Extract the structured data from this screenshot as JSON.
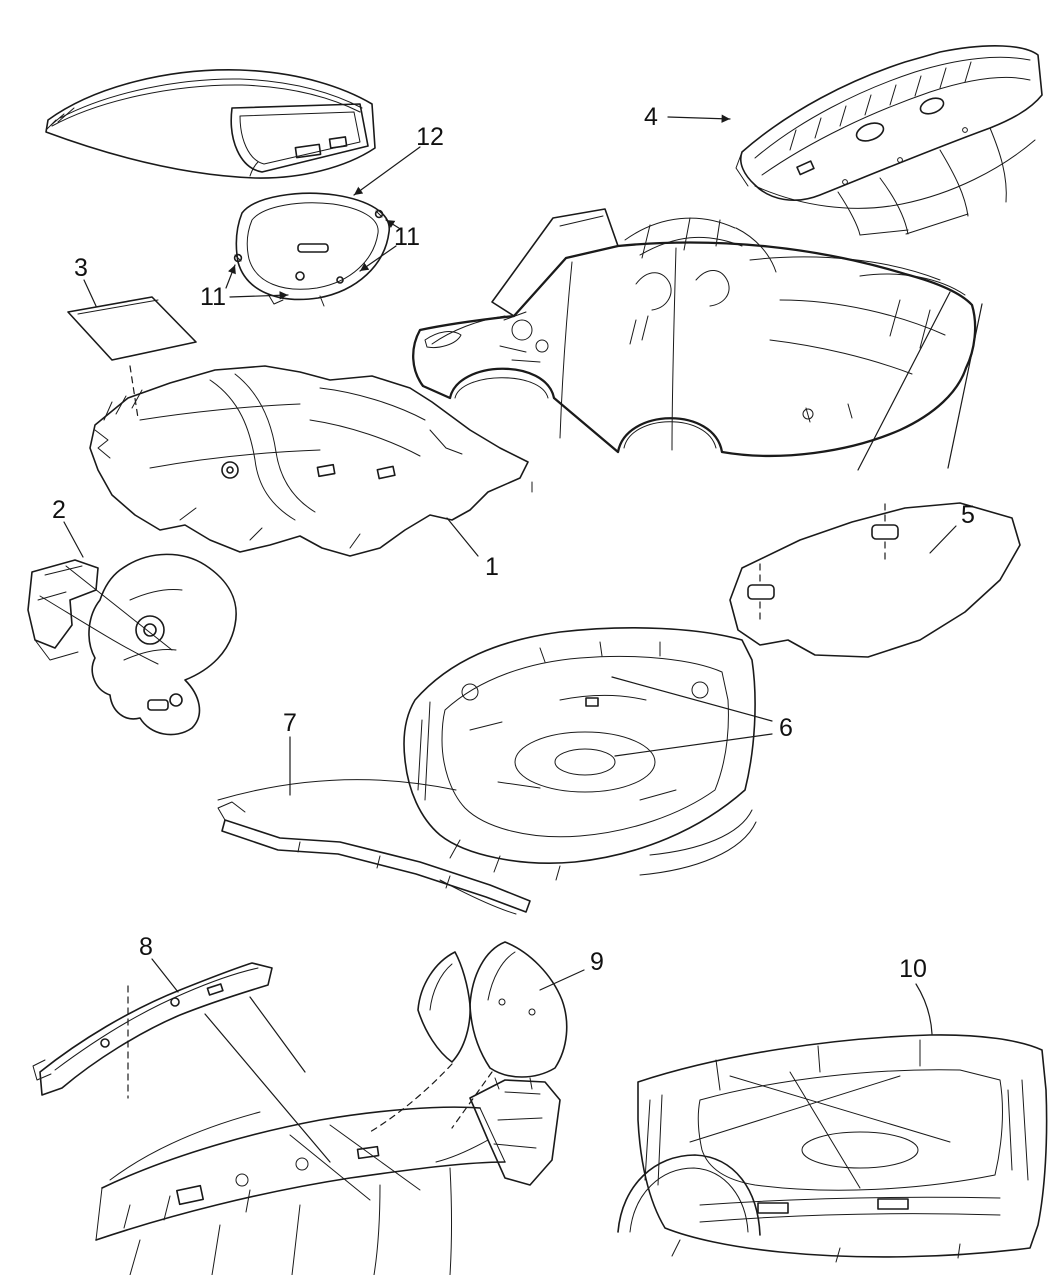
{
  "diagram": {
    "kind": "vehicle-parts-line-diagram",
    "colors": {
      "background": "#ffffff",
      "line_art": "#1a1a1a",
      "label_text": "#111111"
    },
    "callouts": {
      "c1": "1",
      "c2": "2",
      "c3": "3",
      "c4": "4",
      "c5": "5",
      "c6": "6",
      "c7": "7",
      "c8": "8",
      "c9": "9",
      "c10": "10",
      "c11a": "11",
      "c11b": "11",
      "c12": "12"
    }
  }
}
